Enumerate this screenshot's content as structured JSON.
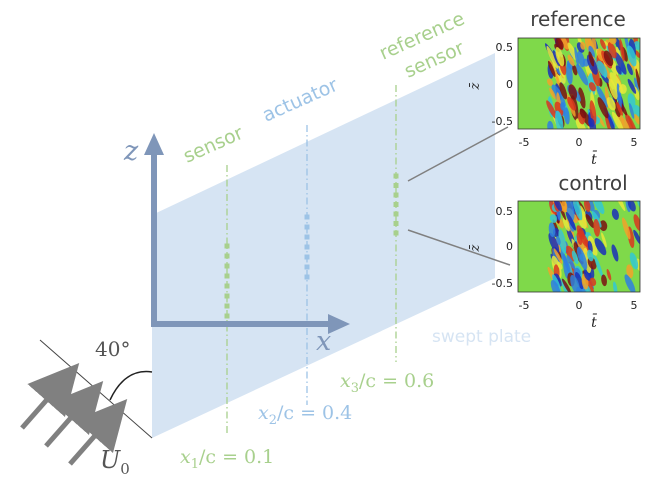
{
  "labels": {
    "sensor": "sensor",
    "actuator": "actuator",
    "reference_line1": "reference",
    "reference_line2": "sensor",
    "swept_plate": "swept plate",
    "angle": "40°",
    "axis_x": "x",
    "axis_z": "z",
    "freestream": "U",
    "freestream_sub": "0"
  },
  "positions": {
    "x1": {
      "var": "x",
      "sub": "1",
      "expr": "/c = 0.1"
    },
    "x2": {
      "var": "x",
      "sub": "2",
      "expr": "/c = 0.4"
    },
    "x3": {
      "var": "x",
      "sub": "3",
      "expr": "/c = 0.6"
    }
  },
  "plots": {
    "reference": {
      "title": "reference",
      "ylabel": "z̄",
      "xlabel": "t̄",
      "yticks": [
        "0.5",
        "0",
        "-0.5"
      ],
      "xticks": [
        "-5",
        "0",
        "5"
      ]
    },
    "control": {
      "title": "control",
      "ylabel": "z̄",
      "xlabel": "t̄",
      "yticks": [
        "0.5",
        "0",
        "-0.5"
      ],
      "xticks": [
        "-5",
        "0",
        "5"
      ]
    }
  },
  "colors": {
    "sensor_green": "#a8d08d",
    "actuator_blue": "#9dc3e6",
    "plate_fill": "#d6e4f3",
    "axis_blue": "#7f96b9",
    "gray": "#7f7f7f",
    "field_bg": "#7fd94a"
  }
}
